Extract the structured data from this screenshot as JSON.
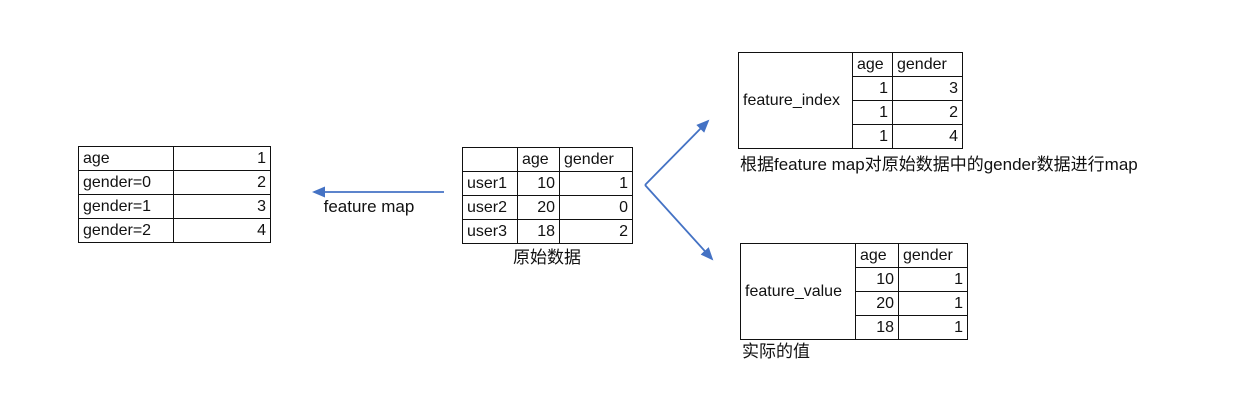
{
  "feature_map_table": {
    "rows": [
      [
        "age",
        "1"
      ],
      [
        "gender=0",
        "2"
      ],
      [
        "gender=1",
        "3"
      ],
      [
        "gender=2",
        "4"
      ]
    ]
  },
  "original_table": {
    "headers": [
      "",
      "age",
      "gender"
    ],
    "rows": [
      [
        "user1",
        "10",
        "1"
      ],
      [
        "user2",
        "20",
        "0"
      ],
      [
        "user3",
        "18",
        "2"
      ]
    ],
    "caption": "原始数据"
  },
  "feature_index_table": {
    "label": "feature_index",
    "headers": [
      "age",
      "gender"
    ],
    "rows": [
      [
        "1",
        "3"
      ],
      [
        "1",
        "2"
      ],
      [
        "1",
        "4"
      ]
    ],
    "caption": "根据feature map对原始数据中的gender数据进行map"
  },
  "feature_value_table": {
    "label": "feature_value",
    "headers": [
      "age",
      "gender"
    ],
    "rows": [
      [
        "10",
        "1"
      ],
      [
        "20",
        "1"
      ],
      [
        "18",
        "1"
      ]
    ],
    "caption": "实际的值"
  },
  "arrows": {
    "feature_map_label": "feature map",
    "color": "#4472C4"
  }
}
